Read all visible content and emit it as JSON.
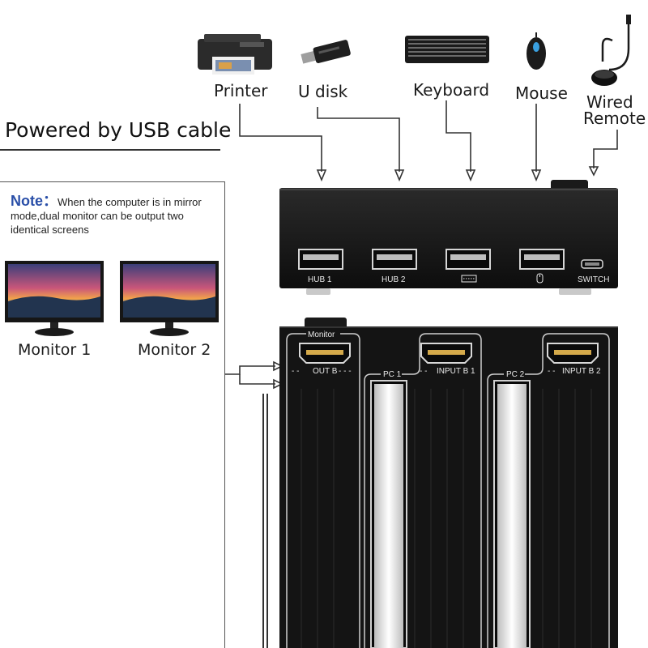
{
  "devices": {
    "printer": "Printer",
    "udisk": "U disk",
    "keyboard": "Keyboard",
    "mouse": "Mouse",
    "wired_remote_line1": "Wired",
    "wired_remote_line2": "Remote"
  },
  "powered_by": "Powered by USB cable",
  "note": {
    "head": "Note：",
    "body": "When the computer is in mirror mode,dual monitor can be output two identical screens"
  },
  "monitors": [
    "Monitor 1",
    "Monitor 2"
  ],
  "hub_ports": {
    "hub1": "HUB 1",
    "hub2": "HUB 2",
    "switch": "SWITCH"
  },
  "hdmi_labels": {
    "monitor": "Monitor",
    "out_b": "OUT B",
    "pc1": "PC 1",
    "input_b1": "INPUT B 1",
    "pc2": "PC 2",
    "input_b2": "INPUT B 2"
  },
  "icons": [
    "printer-icon",
    "usb-drive-icon",
    "keyboard-icon",
    "mouse-icon",
    "wired-remote-icon",
    "monitor-icon",
    "hdmi-port-icon",
    "usb-port-icon"
  ]
}
